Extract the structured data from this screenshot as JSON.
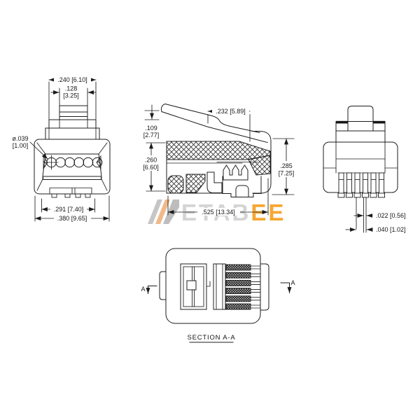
{
  "watermark": {
    "text_gray": "ETAB",
    "text_orange": "EE",
    "colors": {
      "logo_gray": "#c6c6c6",
      "logo_peach": "#f0b98a",
      "logo_gray2": "#bdbdbd",
      "text_gray": "#d4d4d4",
      "text_orange": "#f6a733"
    }
  },
  "front_view": {
    "dim_latch_outer": ".240 [6.10]",
    "dim_latch_inner_in": ".128",
    "dim_latch_inner_mm": "[3.25]",
    "dim_wire_dia_in": "ø.039",
    "dim_wire_dia_mm": "[1.00]",
    "dim_contact_span": ".291 [7.40]",
    "dim_body_width": ".380 [9.65]"
  },
  "side_view": {
    "dim_latch_len": ".232 [5.89]",
    "dim_lever_in": ".109",
    "dim_lever_mm": "[2.77]",
    "dim_body_h_in": ".260",
    "dim_body_h_mm": "[6.60]",
    "dim_total_h_in": ".285",
    "dim_total_h_mm": "[7.25]",
    "dim_length": ".525 [13.34]"
  },
  "rear_view": {
    "dim_contact_w": ".022 [0.56]",
    "dim_contact_pitch": ".040 [1.02]"
  },
  "section_view": {
    "label": "SECTION A-A",
    "marker_left": "A",
    "marker_right": "A"
  }
}
